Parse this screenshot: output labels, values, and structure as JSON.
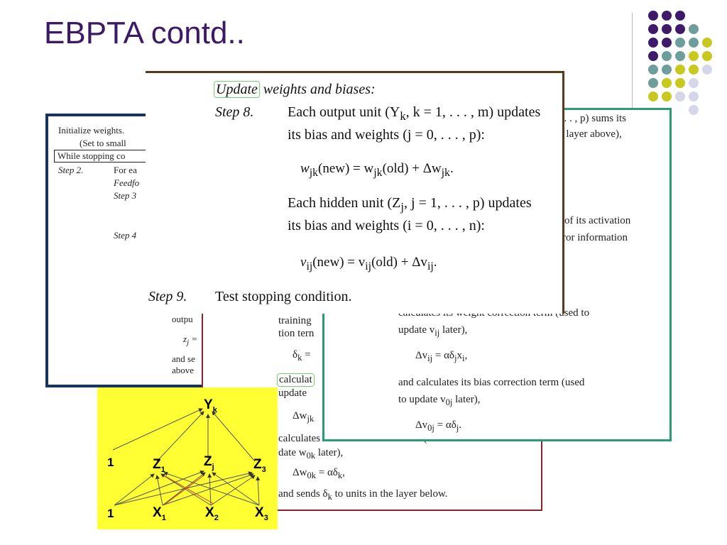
{
  "slide": {
    "title": "EBPTA contd.."
  },
  "decoration": {
    "colors": {
      "purple": "#3e1a6a",
      "teal": "#6e9e9c",
      "yellow": "#c8c81e",
      "lavender": "#d6d6ea"
    }
  },
  "card_init": {
    "line1": "Initialize weights.",
    "line2": "(Set to small",
    "box_line": "While stopping co",
    "step2": "Step 2.",
    "step2_text": "For ea",
    "feedf": "Feedfo",
    "step3": "Step 3",
    "step4": "Step 4",
    "output": "outpu",
    "zj": "z",
    "zj_sub": "j",
    "zj_eq": " =",
    "and_se": "and se",
    "above": "above"
  },
  "card_output": {
    "training": "training",
    "tion_term": "tion tern",
    "delta_k": "δ",
    "delta_k_sub": "k",
    "delta_k_eq": " =",
    "calculate": "calculat",
    "update": "update",
    "dw_jk": "Δw",
    "dw_jk_sub": "jk",
    "calc_bias": "calculates its bias correction term (used to",
    "date_w0k": "date w",
    "date_w0k_sub": "0k",
    "date_w0k_rest": " later),",
    "dw0k": "Δw",
    "dw0k_sub": "0k",
    "dw0k_rest": " = αδ",
    "dw0k_sub2": "k",
    "dw0k_end": ",",
    "sends": "and sends δ",
    "sends_sub": "k",
    "sends_rest": " to units in the layer below."
  },
  "card_hidden": {
    "sums_its": ". . . , p) sums its",
    "layer_above": "e layer above),",
    "of_activation": "of its activation",
    "error_info": "rror  information",
    "calc_weight": "calculates its weight correction term (used to",
    "update_vij": "update v",
    "update_vij_sub": "ij",
    "update_vij_rest": " later),",
    "dv_ij": "Δv",
    "dv_ij_sub": "ij",
    "dv_ij_rest": " = αδ",
    "dv_ij_sub2": "j",
    "dv_ij_x": "x",
    "dv_ij_sub3": "i",
    "dv_ij_end": ",",
    "calc_bias1": "and calculates its bias correction term (used",
    "calc_bias2": "to update v",
    "calc_bias2_sub": "0j",
    "calc_bias2_rest": " later),",
    "dv0j": "Δv",
    "dv0j_sub": "0j",
    "dv0j_rest": " = αδ",
    "dv0j_sub2": "j",
    "dv0j_end": "."
  },
  "card_update": {
    "heading_update": "Update",
    "heading_rest": " weights and biases:",
    "step8": "Step 8.",
    "s8_line1": "Each output unit (Y",
    "s8_line1_sub": "k",
    "s8_line1_rest": ", k = 1, . . . , m) updates",
    "s8_line2": "its bias and weights (j = 0, . . . , p):",
    "eq1_a": "w",
    "eq1_a_sub": "jk",
    "eq1_b": "(new) = w",
    "eq1_b_sub": "jk",
    "eq1_c": "(old) + Δw",
    "eq1_c_sub": "jk",
    "eq1_end": ".",
    "s8_line3": "Each hidden unit (Z",
    "s8_line3_sub": "j",
    "s8_line3_rest": ", j = 1, . . . , p) updates",
    "s8_line4": "its bias and weights (i = 0, . . . , n):",
    "eq2_a": "v",
    "eq2_a_sub": "ij",
    "eq2_b": "(new) = v",
    "eq2_b_sub": "ij",
    "eq2_c": "(old) + Δv",
    "eq2_c_sub": "ij",
    "eq2_end": ".",
    "step9": "Step 9.",
    "s9_text": "Test stopping condition."
  },
  "network": {
    "background": "#ffff33",
    "output_label": "Y",
    "output_sub": "k",
    "bias_top": "1",
    "bias_bottom": "1",
    "hidden": [
      {
        "label": "Z",
        "sub": "1"
      },
      {
        "label": "Z",
        "sub": "j"
      },
      {
        "label": "Z",
        "sub": "3"
      }
    ],
    "inputs": [
      {
        "label": "X",
        "sub": "1"
      },
      {
        "label": "X",
        "sub": "2"
      },
      {
        "label": "X",
        "sub": "3"
      }
    ]
  }
}
